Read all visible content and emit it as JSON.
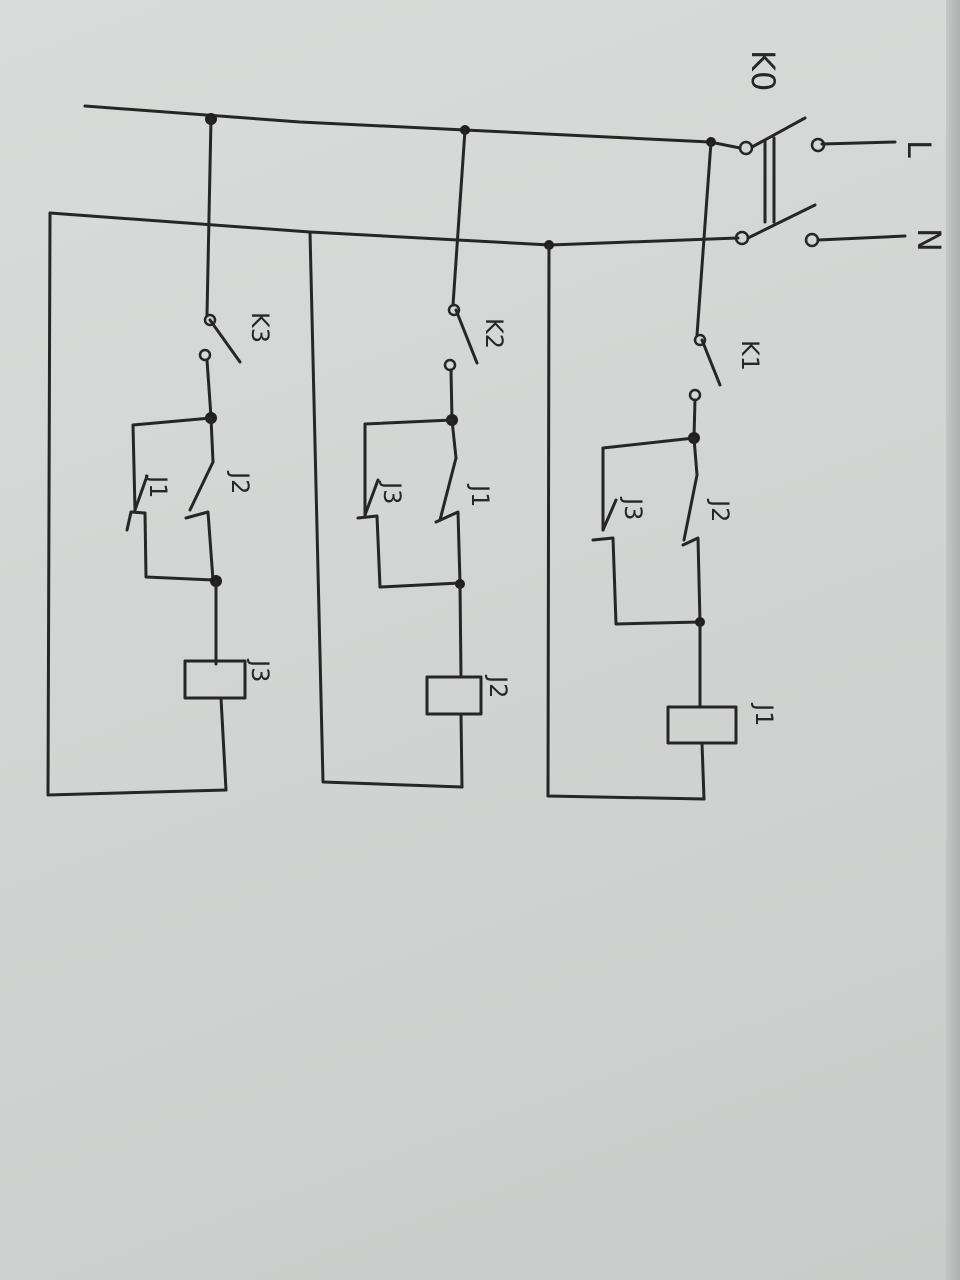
{
  "diagram": {
    "main_switch": "K0",
    "lines": {
      "live": "L",
      "neutral": "N"
    },
    "switches": [
      "K3",
      "K2",
      "K1"
    ],
    "branches": [
      {
        "contact_left": "J1",
        "contact_right": "J2",
        "coil": "J3"
      },
      {
        "contact_left": "J3",
        "contact_right": "J1",
        "coil": "J2"
      },
      {
        "contact_left": "J3",
        "contact_right": "J2",
        "coil": "J1"
      }
    ]
  }
}
